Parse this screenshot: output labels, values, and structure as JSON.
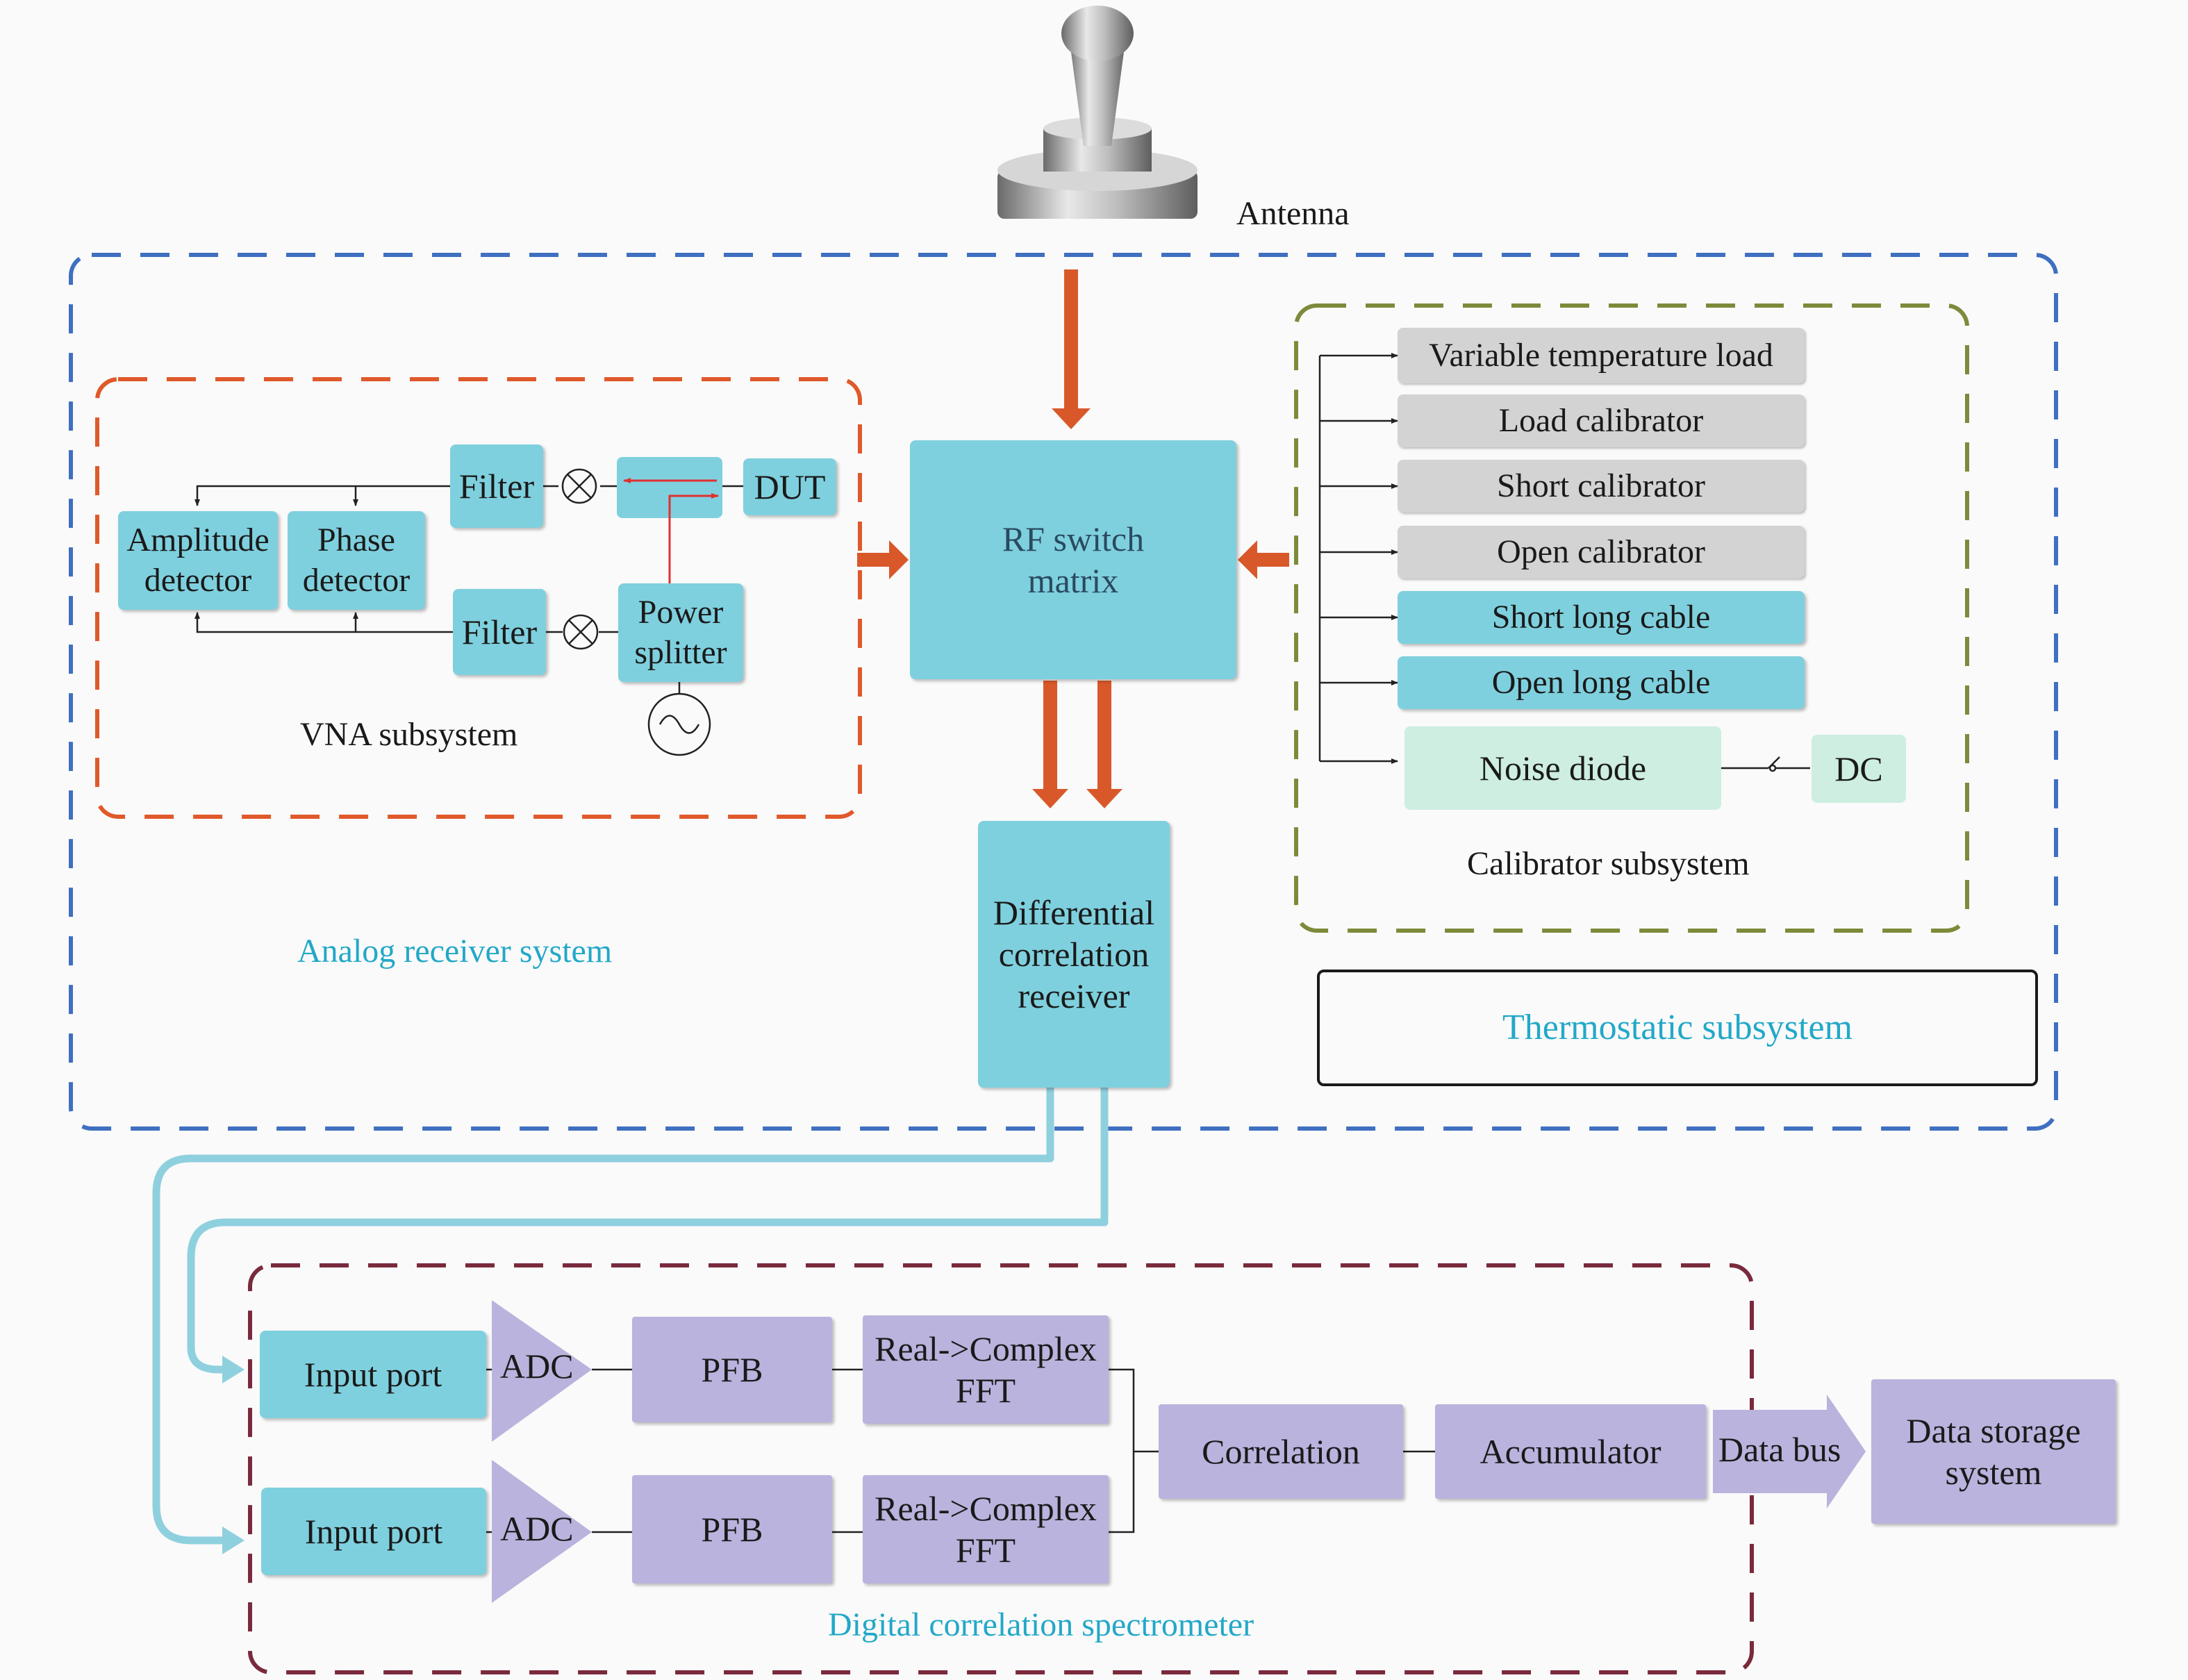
{
  "antenna": {
    "label": "Antenna"
  },
  "analog_receiver": {
    "label": "Analog receiver system",
    "rf_switch_matrix": "RF switch\nmatrix",
    "differential_receiver": "Differential\ncorrelation\nreceiver",
    "thermostatic": "Thermostatic subsystem"
  },
  "vna": {
    "label": "VNA subsystem",
    "filter_top": "Filter",
    "filter_bottom": "Filter",
    "dut": "DUT",
    "amplitude_detector": "Amplitude\ndetector",
    "phase_detector": "Phase\ndetector",
    "power_splitter": "Power\nsplitter"
  },
  "calibrator": {
    "label": "Calibrator subsystem",
    "items": [
      "Variable temperature load",
      "Load calibrator",
      "Short calibrator",
      "Open calibrator",
      "Short long cable",
      "Open long cable"
    ],
    "noise_diode": "Noise diode",
    "dc": "DC"
  },
  "spectrometer": {
    "label": "Digital correlation spectrometer",
    "input_port_1": "Input port",
    "input_port_2": "Input port",
    "adc_1": "ADC",
    "adc_2": "ADC",
    "pfb_1": "PFB",
    "pfb_2": "PFB",
    "fft_1": "Real->Complex\nFFT",
    "fft_2": "Real->Complex\nFFT",
    "correlation": "Correlation",
    "accumulator": "Accumulator",
    "data_bus": "Data bus",
    "data_storage": "Data storage\nsystem"
  },
  "colors": {
    "analog_border": "#3f6fc0",
    "vna_border": "#e0592a",
    "calibrator_border": "#7d8a3a",
    "spectrometer_border": "#7a2a3c",
    "arrow_orange": "#d9582a",
    "signal_cyan": "#8fd0de",
    "box_cyan": "#7fd0de",
    "box_lavender": "#b9b3dd",
    "box_grey": "#d3d3d3",
    "text_teal": "#22a8c8"
  }
}
